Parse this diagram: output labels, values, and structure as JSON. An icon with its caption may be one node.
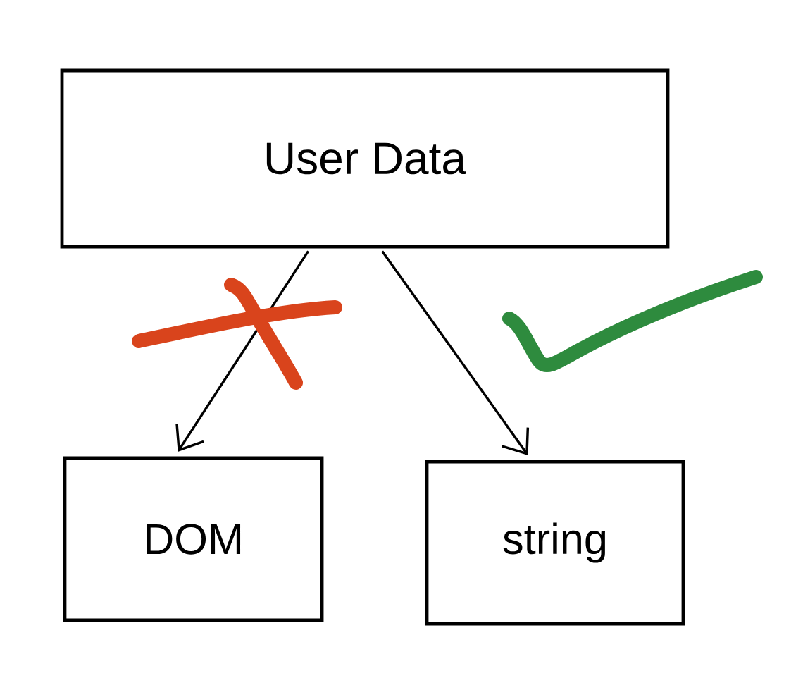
{
  "diagram": {
    "nodes": [
      {
        "text": [
          "User Data"
        ]
      },
      {
        "text": [
          "DOM"
        ]
      },
      {
        "text": [
          "string"
        ]
      }
    ],
    "edges": [
      {
        "from": 0,
        "to": 1,
        "arrow": "to"
      },
      {
        "from": 0,
        "to": 2,
        "arrow": "to"
      }
    ]
  }
}
